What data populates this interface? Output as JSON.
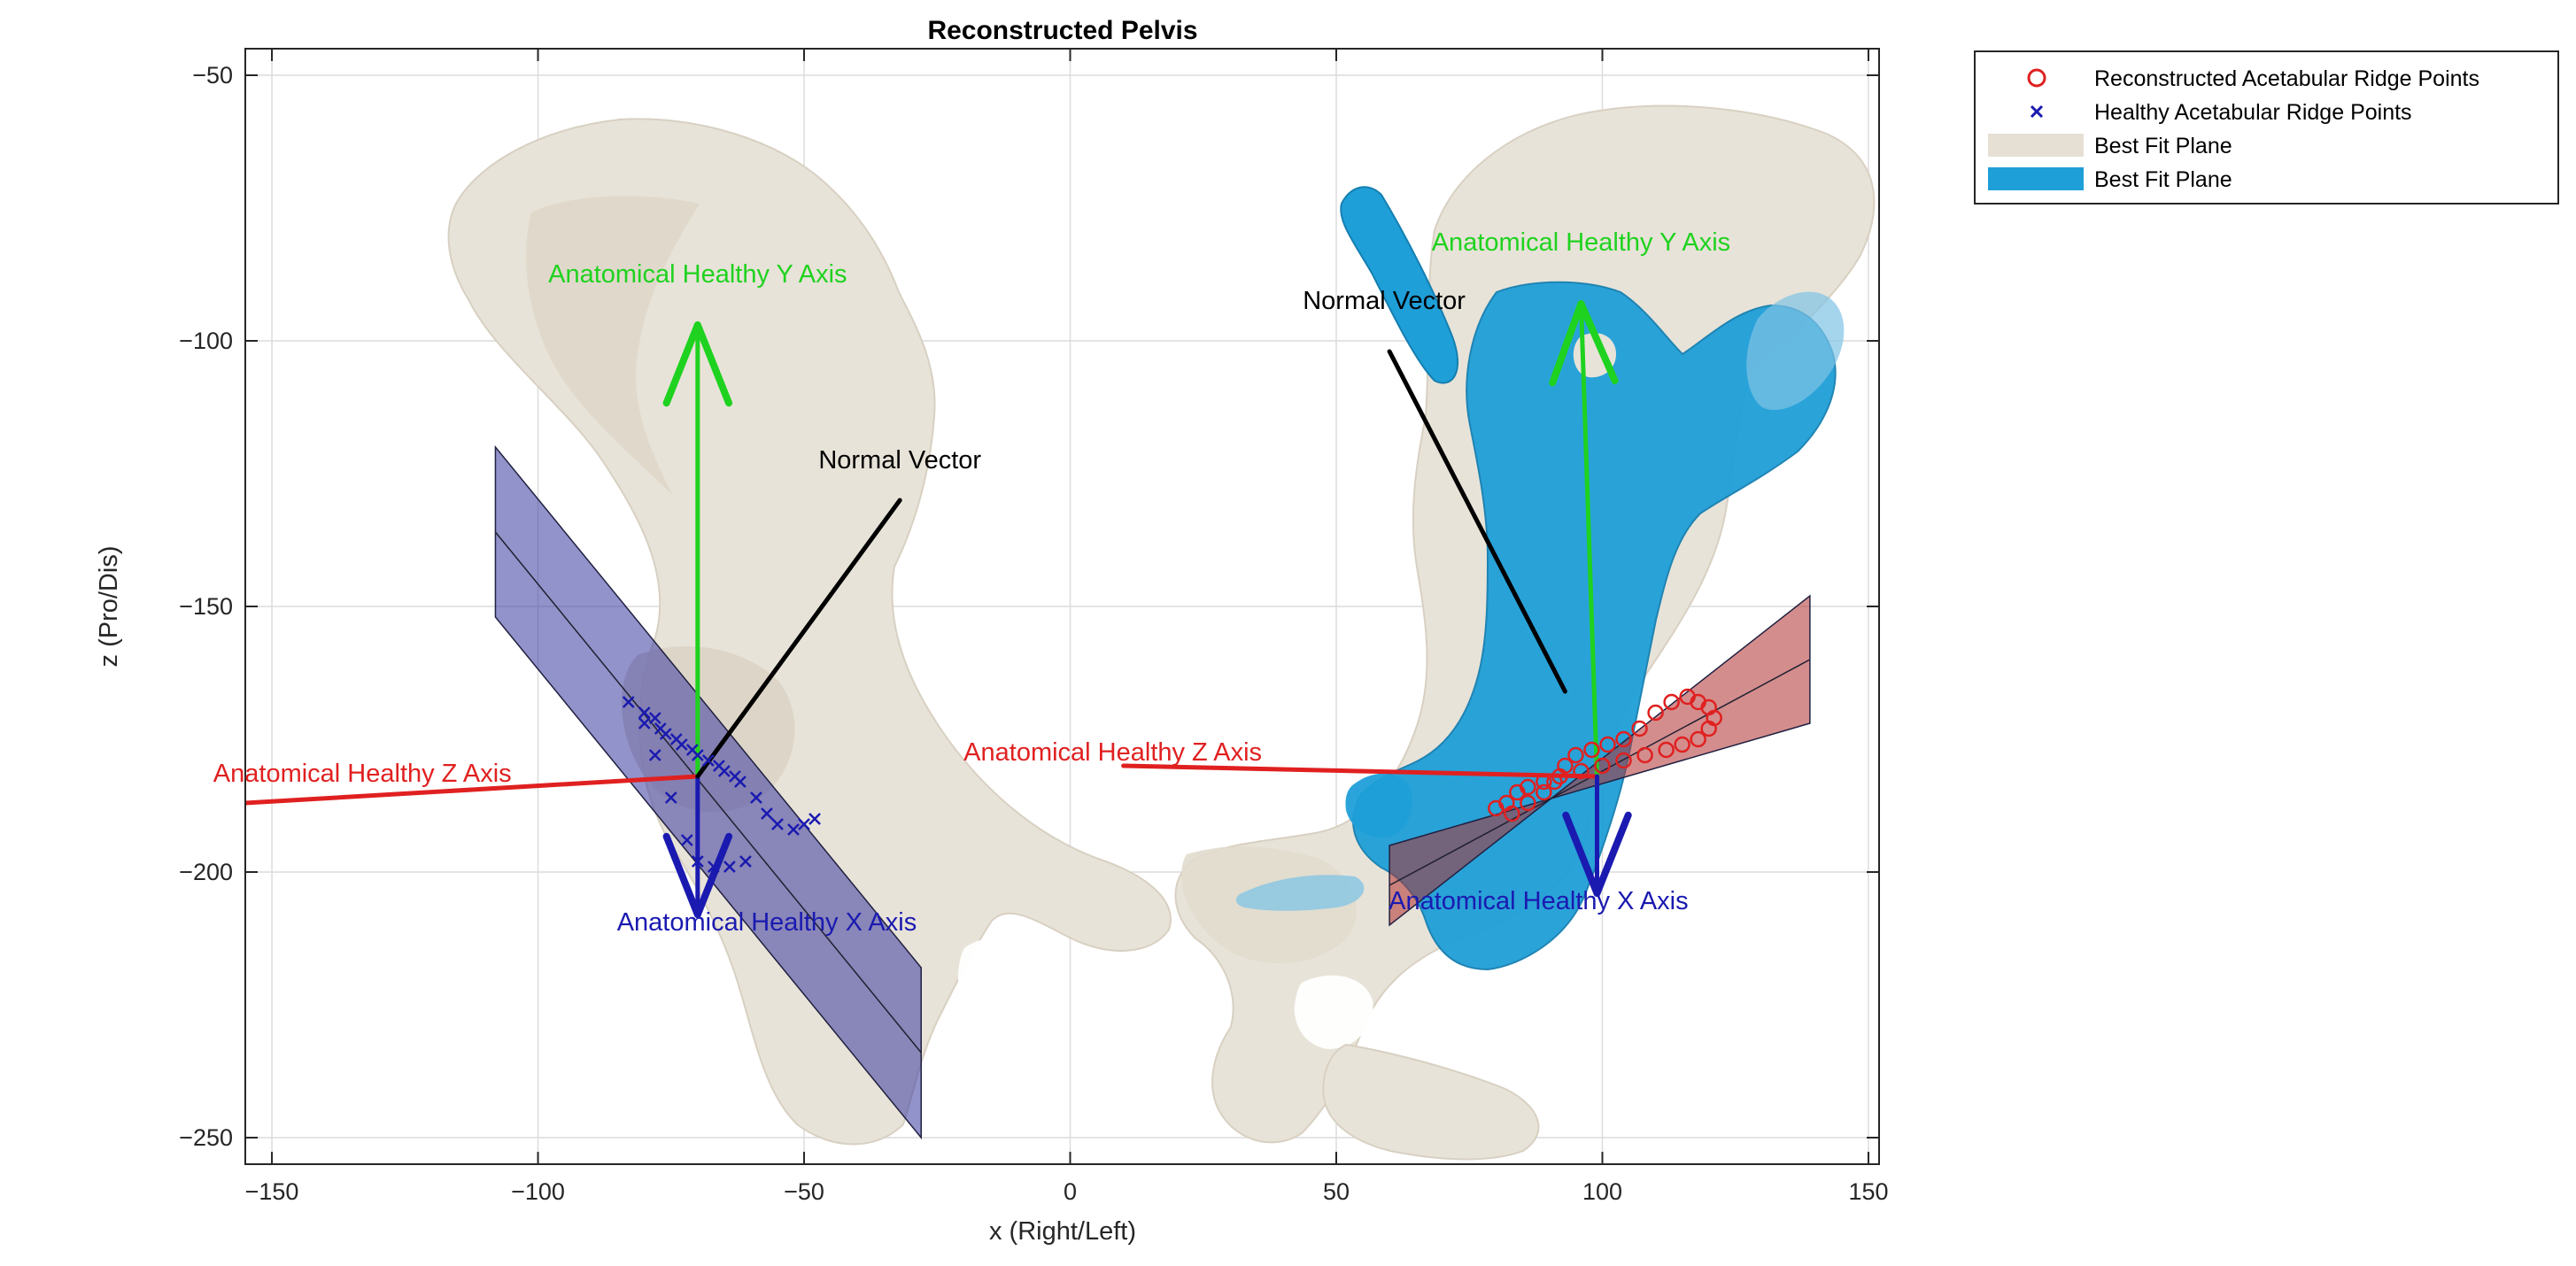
{
  "chart_data": {
    "type": "scatter",
    "title": "Reconstructed Pelvis",
    "xlabel": "x (Right/Left)",
    "ylabel": "z (Pro/Dis)",
    "xlim": [
      -155,
      152
    ],
    "ylim": [
      -255,
      -45
    ],
    "xticks": [
      -150,
      -100,
      -50,
      0,
      50,
      100,
      150
    ],
    "yticks": [
      -50,
      -100,
      -150,
      -200,
      -250
    ],
    "xtick_labels": [
      "−150",
      "−100",
      "−50",
      "0",
      "50",
      "100",
      "150"
    ],
    "ytick_labels": [
      "−50",
      "−100",
      "−150",
      "−200",
      "−250"
    ],
    "grid": true,
    "legend_placement": "outside-top-right",
    "legend": [
      {
        "label": "Reconstructed Acetabular Ridge Points",
        "marker": "circle",
        "color": "#e02020"
      },
      {
        "label": "Healthy Acetabular Ridge Points",
        "marker": "x",
        "color": "#1a1ab0"
      },
      {
        "label": "Best Fit Plane",
        "marker": "patch",
        "color": "#e6e0d4"
      },
      {
        "label": "Best Fit Plane",
        "marker": "patch",
        "color": "#1f9fd8"
      }
    ],
    "annotations": [
      {
        "text": "Anatomical Healthy Y Axis",
        "x": -70,
        "y": -89,
        "color": "#1fd21f"
      },
      {
        "text": "Normal Vector",
        "x": -32,
        "y": -124,
        "color": "#000000"
      },
      {
        "text": "Anatomical Healthy Z Axis",
        "x": -133,
        "y": -183,
        "color": "#e02020"
      },
      {
        "text": "Anatomical Healthy X Axis",
        "x": -57,
        "y": -211,
        "color": "#1a1ab0"
      },
      {
        "text": "Anatomical Healthy Y Axis",
        "x": 96,
        "y": -83,
        "color": "#1fd21f"
      },
      {
        "text": "Normal Vector",
        "x": 59,
        "y": -94,
        "color": "#000000"
      },
      {
        "text": "Anatomical Healthy Z Axis",
        "x": 8,
        "y": -179,
        "color": "#e02020"
      },
      {
        "text": "Anatomical Healthy X Axis",
        "x": 88,
        "y": -207,
        "color": "#1a1ab0"
      }
    ],
    "series": [
      {
        "name": "Healthy Acetabular Ridge Points",
        "marker": "x",
        "color": "#1a1ab0",
        "x": [
          -83,
          -80,
          -78,
          -77,
          -76,
          -74,
          -73,
          -71,
          -70,
          -68,
          -66,
          -65,
          -63,
          -62,
          -59,
          -57,
          -55,
          -52,
          -50,
          -48,
          -61,
          -64,
          -67,
          -70,
          -72,
          -75,
          -78,
          -80
        ],
        "y": [
          -168,
          -170,
          -171,
          -173,
          -174,
          -175,
          -176,
          -177,
          -178,
          -179,
          -180,
          -181,
          -182,
          -183,
          -186,
          -189,
          -191,
          -192,
          -191,
          -190,
          -198,
          -199,
          -199,
          -198,
          -194,
          -186,
          -178,
          -172
        ]
      },
      {
        "name": "Reconstructed Acetabular Ridge Points",
        "marker": "circle",
        "color": "#e02020",
        "x": [
          80,
          83,
          86,
          89,
          91,
          93,
          95,
          98,
          101,
          104,
          107,
          110,
          113,
          116,
          118,
          120,
          121,
          120,
          118,
          115,
          112,
          108,
          104,
          100,
          96,
          92,
          89,
          86,
          84,
          82
        ],
        "y": [
          -188,
          -189,
          -187,
          -185,
          -183,
          -180,
          -178,
          -177,
          -176,
          -175,
          -173,
          -170,
          -168,
          -167,
          -168,
          -169,
          -171,
          -173,
          -175,
          -176,
          -177,
          -178,
          -179,
          -180,
          -181,
          -182,
          -183,
          -184,
          -185,
          -187
        ]
      }
    ],
    "anatomical_axes": [
      {
        "side": "right",
        "axis": "Y",
        "color": "#1fd21f",
        "from": [
          -70,
          -182
        ],
        "to": [
          -70,
          -97
        ]
      },
      {
        "side": "right",
        "axis": "Z",
        "color": "#e02020",
        "from": [
          -70,
          -182
        ],
        "to": [
          -155,
          -187
        ]
      },
      {
        "side": "right",
        "axis": "X",
        "color": "#1a1ab0",
        "from": [
          -70,
          -182
        ],
        "to": [
          -70,
          -208
        ]
      },
      {
        "side": "right",
        "axis": "Normal",
        "color": "#000000",
        "from": [
          -70,
          -182
        ],
        "to": [
          -32,
          -130
        ]
      },
      {
        "side": "left",
        "axis": "Y",
        "color": "#1fd21f",
        "from": [
          99,
          -182
        ],
        "to": [
          96,
          -93
        ]
      },
      {
        "side": "left",
        "axis": "Z",
        "color": "#e02020",
        "from": [
          99,
          -182
        ],
        "to": [
          10,
          -180
        ]
      },
      {
        "side": "left",
        "axis": "X",
        "color": "#1a1ab0",
        "from": [
          99,
          -182
        ],
        "to": [
          99,
          -204
        ]
      },
      {
        "side": "left",
        "axis": "Normal",
        "color": "#000000",
        "from": [
          93,
          -166
        ],
        "to": [
          60,
          -102
        ]
      }
    ],
    "best_fit_planes": [
      {
        "side": "right",
        "color": "#3a3aa0",
        "corners": [
          [
            -108,
            -120
          ],
          [
            -108,
            -152
          ],
          [
            -28,
            -250
          ],
          [
            -28,
            -218
          ]
        ]
      },
      {
        "side": "left",
        "color": "#b03030",
        "corners": [
          [
            60,
            -195
          ],
          [
            60,
            -210
          ],
          [
            139,
            -148
          ],
          [
            139,
            -172
          ]
        ]
      }
    ]
  }
}
